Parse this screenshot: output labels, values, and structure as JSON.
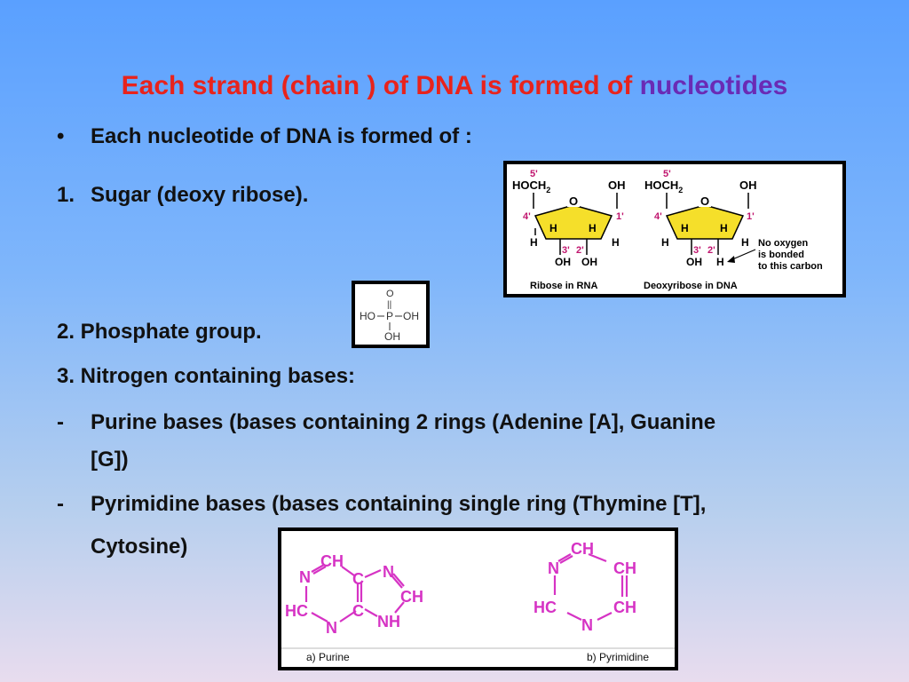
{
  "title": {
    "main": "Each strand (chain ) of DNA is formed of ",
    "highlight": "nucleotides"
  },
  "bullet_line": {
    "marker": "•",
    "text": "Each nucleotide of DNA is formed of :"
  },
  "item1": {
    "num": "1.",
    "text": "Sugar (deoxy ribose)."
  },
  "item2": "2. Phosphate group.",
  "item3": "3. Nitrogen containing bases:",
  "purine_line": {
    "marker": "-",
    "line1": "Purine bases (bases containing 2 rings (Adenine [A], Guanine",
    "line2": "[G])"
  },
  "pyrimidine_line": {
    "marker": "-",
    "line1": "Pyrimidine bases (bases containing single ring  (Thymine [T],",
    "line2": "Cytosine)"
  },
  "sugar_figure": {
    "ribose_caption": "Ribose in RNA",
    "deoxyribose_caption": "Deoxyribose in DNA",
    "note_lines": [
      "No oxygen",
      "is bonded",
      "to this carbon"
    ],
    "labels": {
      "c5": "5'",
      "hoch2": "HOCH",
      "sub2": "2",
      "o": "O",
      "oh": "OH",
      "h": "H",
      "c4": "4'",
      "c1": "1'",
      "c3": "3'",
      "c2": "2'"
    }
  },
  "phosphate_figure": {
    "o": "O",
    "bond": "||",
    "ho": "HO",
    "p": "P",
    "oh": "OH"
  },
  "bases_figure": {
    "purine_caption": "a) Purine",
    "pyrimidine_caption": "b) Pyrimidine",
    "atoms": {
      "n": "N",
      "ch": "CH",
      "c": "C",
      "hc": "HC",
      "nh": "NH"
    }
  }
}
